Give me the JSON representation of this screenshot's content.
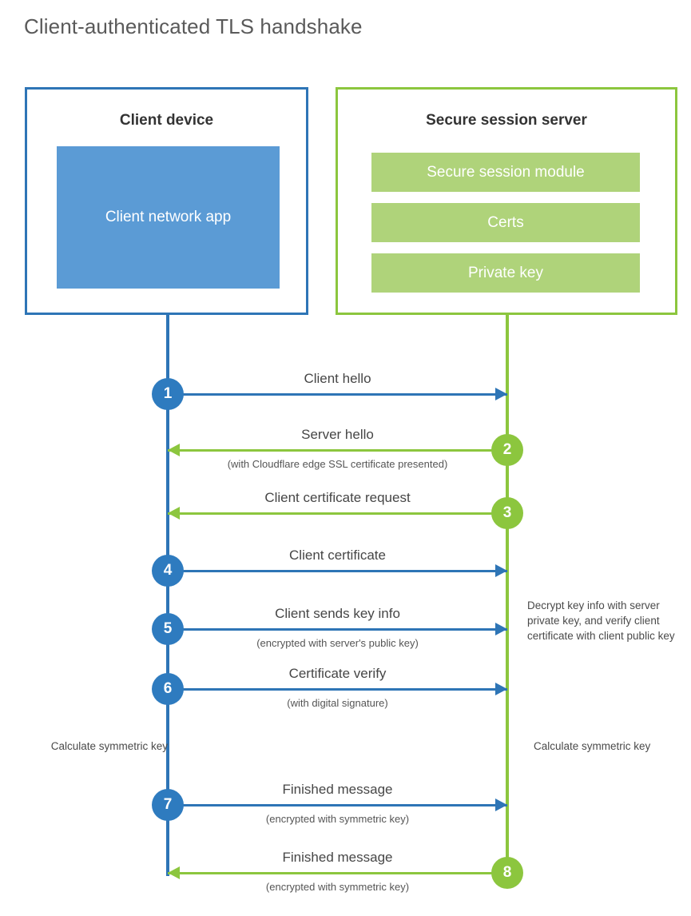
{
  "title": "Client-authenticated TLS handshake",
  "colors": {
    "client_blue": "#2E75B6",
    "client_circle_blue": "#2E7BBF",
    "client_app_fill": "#5B9BD5",
    "server_green": "#8CC63E",
    "server_bar_fill": "#AFD37A",
    "title_gray": "#5A5A5A",
    "text_gray": "#464646",
    "background": "#FFFFFF"
  },
  "client": {
    "title": "Client device",
    "app_label": "Client network app"
  },
  "server": {
    "title": "Secure session server",
    "bars": [
      "Secure session module",
      "Certs",
      "Private key"
    ]
  },
  "steps": [
    {
      "number": "1",
      "label": "Client hello",
      "sub": "",
      "direction": "right",
      "color": "blue"
    },
    {
      "number": "2",
      "label": "Server hello",
      "sub": "(with Cloudflare edge SSL certificate presented)",
      "direction": "left",
      "color": "green"
    },
    {
      "number": "3",
      "label": "Client certificate request",
      "sub": "",
      "direction": "left",
      "color": "green"
    },
    {
      "number": "4",
      "label": "Client certificate",
      "sub": "",
      "direction": "right",
      "color": "blue"
    },
    {
      "number": "5",
      "label": "Client sends key info",
      "sub": "(encrypted with server's public key)",
      "direction": "right",
      "color": "blue"
    },
    {
      "number": "6",
      "label": "Certificate verify",
      "sub": "(with digital signature)",
      "direction": "right",
      "color": "blue"
    },
    {
      "number": "7",
      "label": "Finished message",
      "sub": "(encrypted with symmetric key)",
      "direction": "right",
      "color": "blue"
    },
    {
      "number": "8",
      "label": "Finished message",
      "sub": "(encrypted with symmetric key)",
      "direction": "left",
      "color": "green"
    }
  ],
  "notes": {
    "server_decrypt": "Decrypt key info with server private key, and verify client certificate with client public key",
    "client_calculate": "Calculate symmetric key",
    "server_calculate": "Calculate symmetric key"
  }
}
